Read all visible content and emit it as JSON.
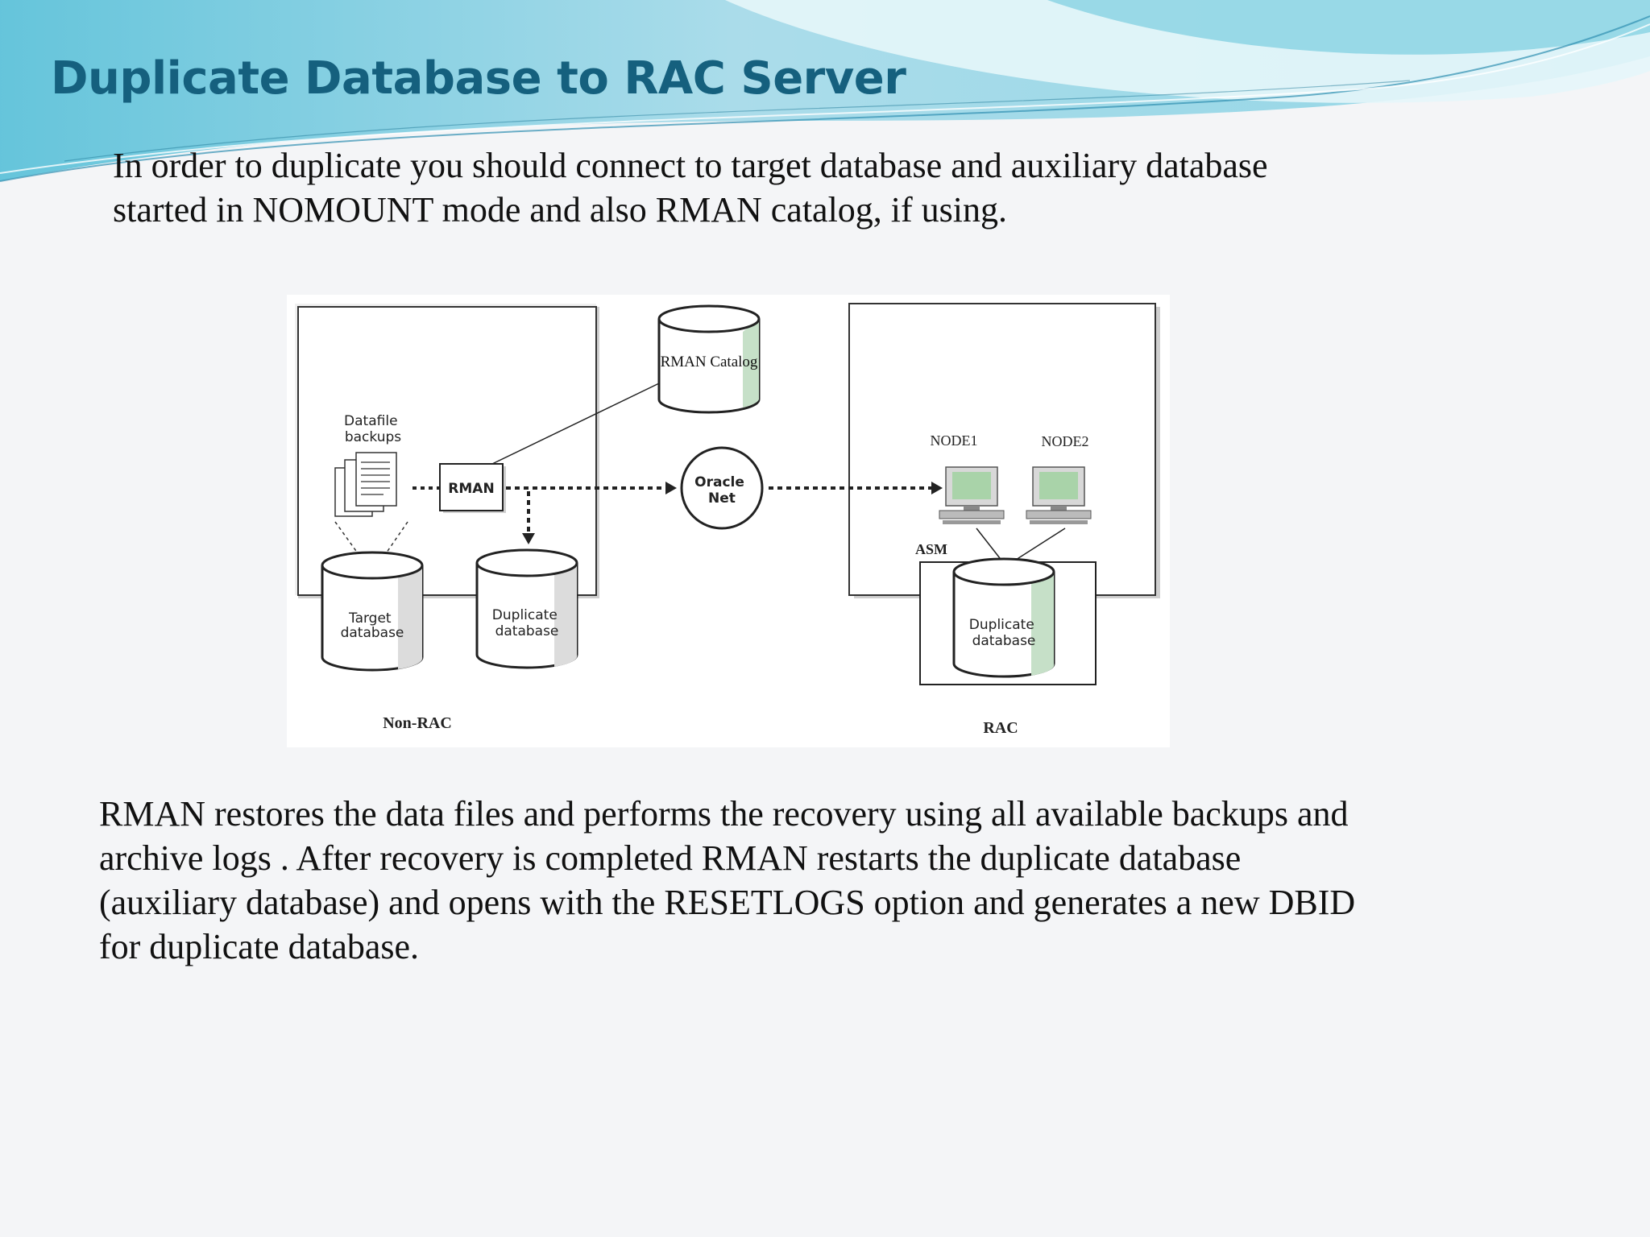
{
  "slide": {
    "title": "Duplicate Database to RAC Server",
    "intro_lines": [
      "In order to duplicate you should connect to target database and auxiliary database",
      "started in NOMOUNT mode and also RMAN catalog, if using."
    ],
    "body_lines": [
      "RMAN restores the data files and performs the recovery using all available backups and",
      "archive logs .  After recovery is completed RMAN restarts the duplicate database",
      "(auxiliary database) and opens with the RESETLOGS option and generates a new DBID",
      "for duplicate database."
    ]
  },
  "diagram": {
    "rman_catalog": "RMAN Catalog",
    "datafile_backups": [
      "Datafile",
      "backups"
    ],
    "rman": "RMAN",
    "oracle_net": [
      "Oracle",
      "Net"
    ],
    "target_db": [
      "Target",
      "database"
    ],
    "duplicate_db_local": [
      "Duplicate",
      "database"
    ],
    "node1": "NODE1",
    "node2": "NODE2",
    "asm": "ASM",
    "duplicate_db_rac": [
      "Duplicate",
      "database"
    ],
    "non_rac_label": "Non-RAC",
    "rac_label": "RAC"
  },
  "colors": {
    "title": "#15607e",
    "swoosh_light": "#bfe8f0",
    "swoosh_dark": "#3fb6cf",
    "cylinder_shade": "#c6e0c8"
  }
}
